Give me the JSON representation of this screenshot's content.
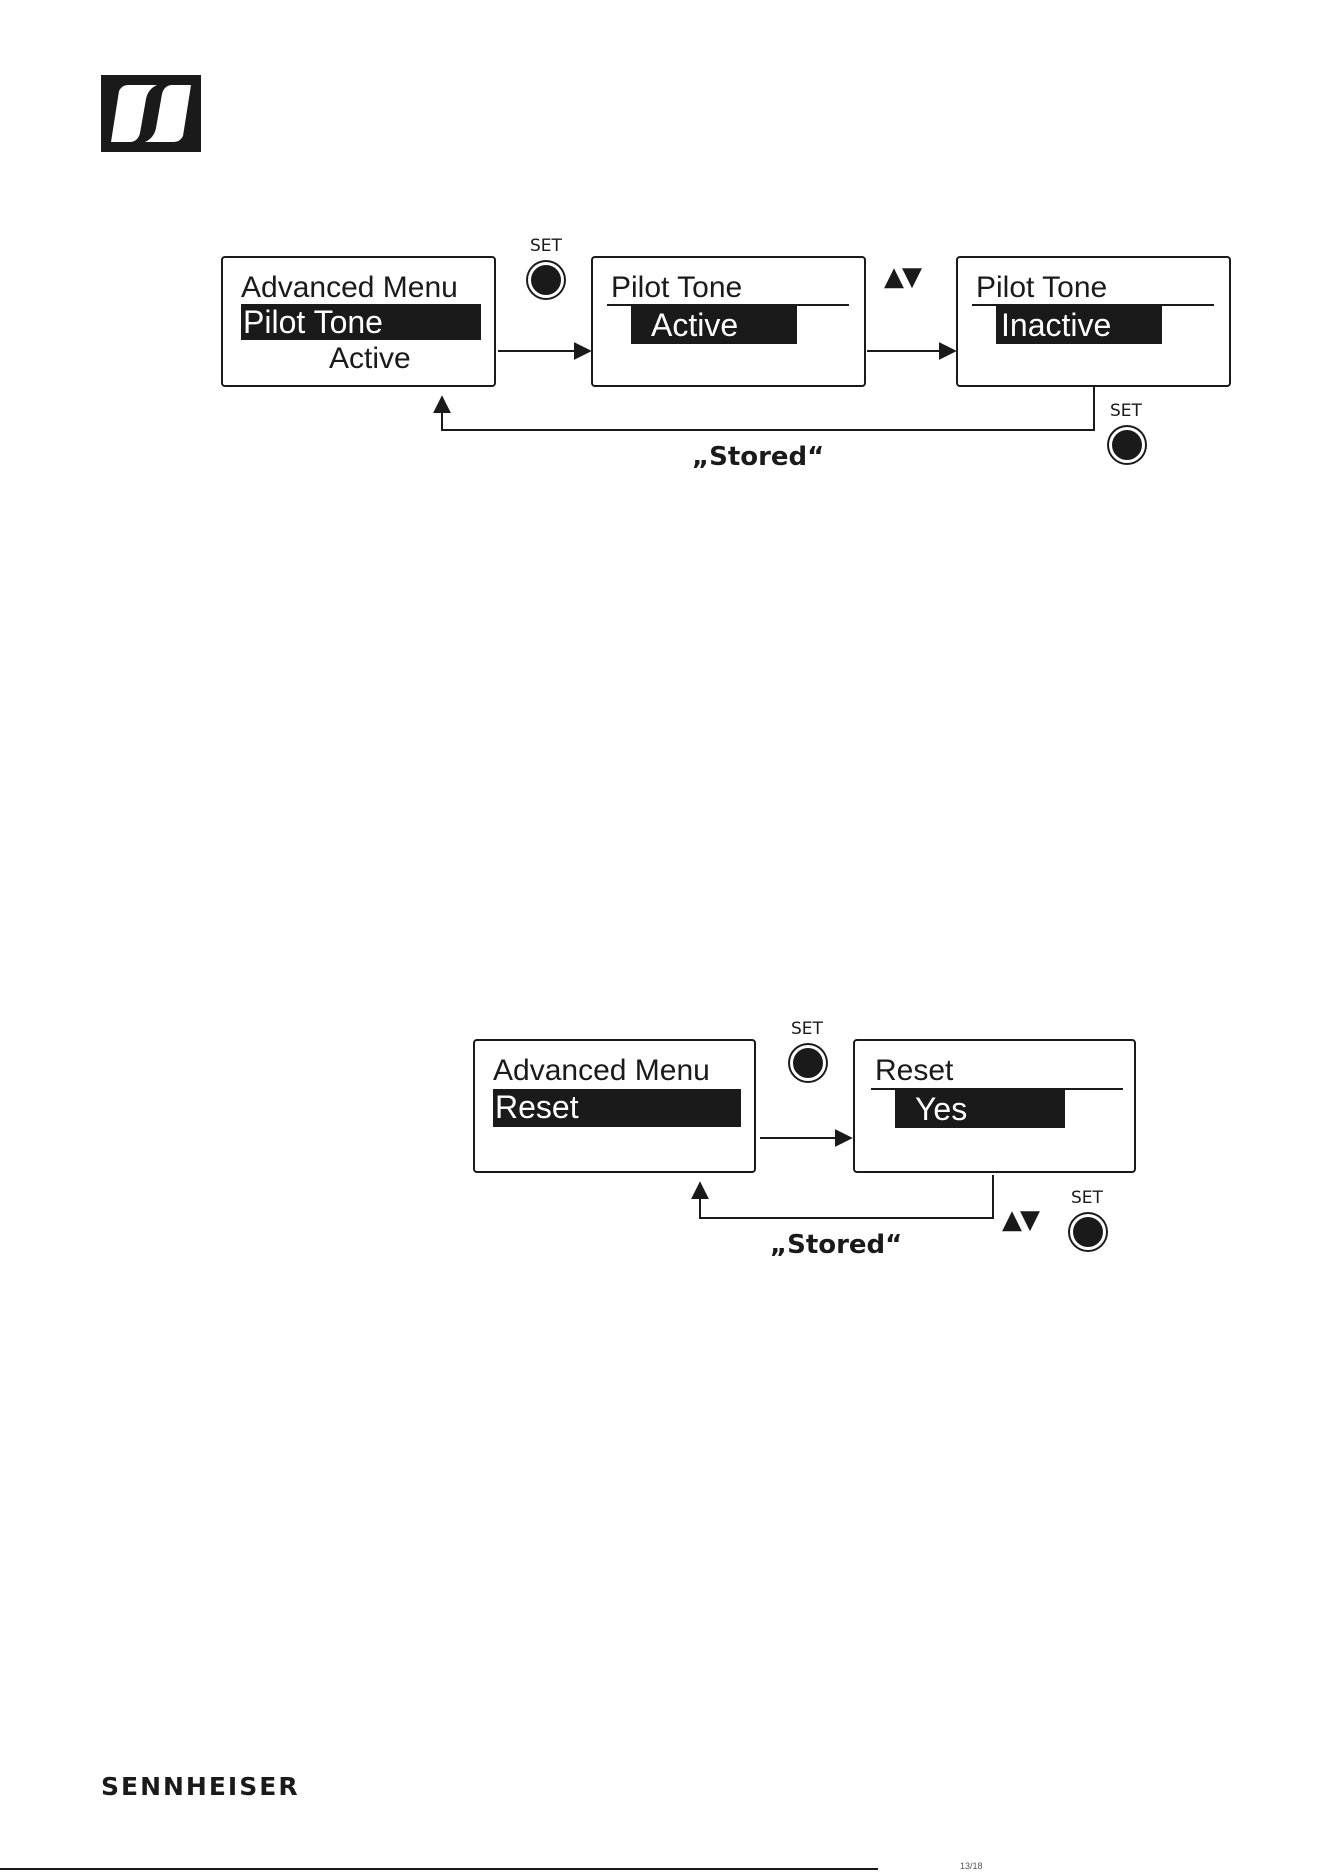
{
  "brand": {
    "logo_icon": "sennheiser-s-logo-icon",
    "wordmark": "SENNHEISER"
  },
  "diagram1": {
    "screen1": {
      "line1": "Advanced Menu",
      "selected": "Pilot Tone",
      "line3": "Active"
    },
    "set_top": {
      "label": "SET",
      "icon": "set-button-icon"
    },
    "screen2": {
      "title": "Pilot Tone",
      "selected": "Active"
    },
    "updown": {
      "text": "▲▼",
      "icon": "up-down-arrows-icon"
    },
    "screen3": {
      "title": "Pilot Tone",
      "selected": "Inactive"
    },
    "set_bottom": {
      "label": "SET",
      "icon": "set-button-icon"
    },
    "stored": "„Stored“"
  },
  "diagram2": {
    "screen1": {
      "line1": "Advanced Menu",
      "selected": "Reset"
    },
    "set_top": {
      "label": "SET",
      "icon": "set-button-icon"
    },
    "screen2": {
      "title": "Reset",
      "selected": "Yes"
    },
    "updown": {
      "text": "▲▼",
      "icon": "up-down-arrows-icon"
    },
    "set_bottom": {
      "label": "SET",
      "icon": "set-button-icon"
    },
    "stored": "„Stored“"
  },
  "footer": {
    "page": "13/18"
  }
}
